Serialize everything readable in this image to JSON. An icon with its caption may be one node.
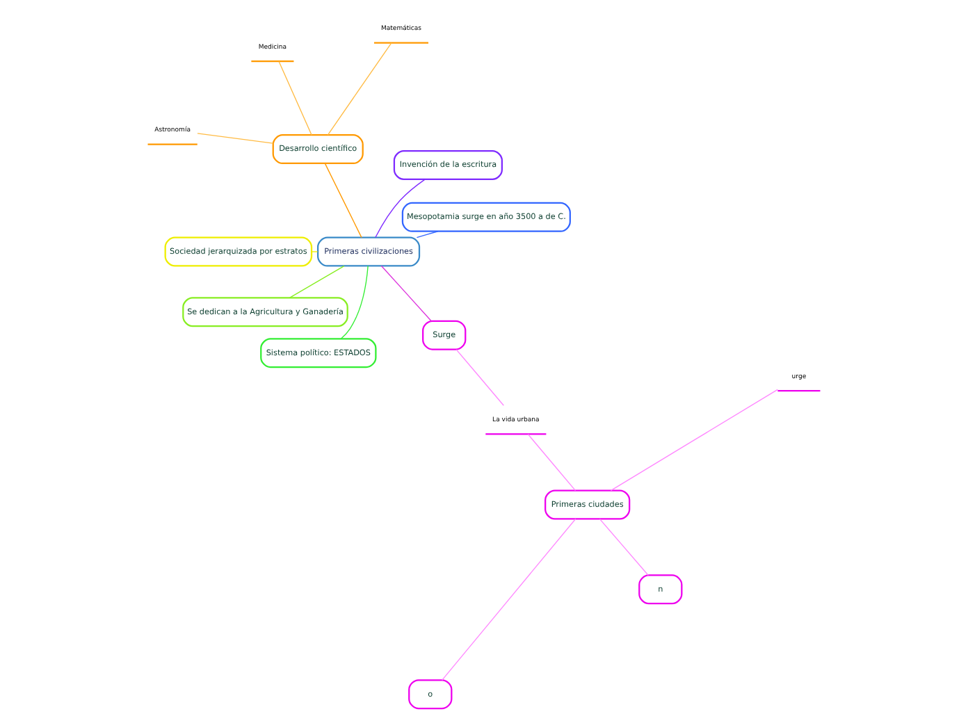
{
  "diagram": {
    "nodes": [
      {
        "text": [
          "Primeras civilizaciones"
        ]
      },
      {
        "text": [
          "Mesopotamia surge en año 3500 a de C."
        ]
      },
      {
        "text": [
          "Invención de la escritura"
        ]
      },
      {
        "text": [
          "Desarrollo científico"
        ]
      },
      {
        "text": [
          "Matemáticas"
        ]
      },
      {
        "text": [
          "Medicina"
        ]
      },
      {
        "text": [
          "Astronomía"
        ]
      },
      {
        "text": [
          "Sociedad jerarquizada por estratos"
        ]
      },
      {
        "text": [
          "Se dedican a la Agricultura y Ganadería"
        ]
      },
      {
        "text": [
          "Sistema político: ESTADOS"
        ]
      },
      {
        "text": [
          "Surge"
        ]
      },
      {
        "text": [
          "La vida urbana"
        ]
      },
      {
        "text": [
          "Primeras ciudades"
        ]
      },
      {
        "text": [
          "o"
        ]
      },
      {
        "text": [
          "n"
        ]
      },
      {
        "text": [
          "urge"
        ]
      }
    ],
    "edges": [
      {
        "from": 0,
        "to": 1,
        "arrow": "none",
        "color": "#3366ff"
      },
      {
        "from": 0,
        "to": 2,
        "arrow": "none",
        "color": "#7f2bff"
      },
      {
        "from": 0,
        "to": 3,
        "arrow": "none",
        "color": "#ff9900"
      },
      {
        "from": 3,
        "to": 4,
        "arrow": "none",
        "color": "#ffbb44"
      },
      {
        "from": 3,
        "to": 5,
        "arrow": "none",
        "color": "#ffbb44"
      },
      {
        "from": 3,
        "to": 6,
        "arrow": "none",
        "color": "#ffbb44"
      },
      {
        "from": 0,
        "to": 7,
        "arrow": "none",
        "color": "#eeee00"
      },
      {
        "from": 0,
        "to": 8,
        "arrow": "none",
        "color": "#88ee22"
      },
      {
        "from": 0,
        "to": 9,
        "arrow": "none",
        "color": "#33ee33"
      },
      {
        "from": 0,
        "to": 10,
        "arrow": "none",
        "color": "#dd33dd"
      },
      {
        "from": 10,
        "to": 11,
        "arrow": "none",
        "color": "#ff88ff"
      },
      {
        "from": 11,
        "to": 12,
        "arrow": "none",
        "color": "#ff88ff"
      },
      {
        "from": 12,
        "to": 13,
        "arrow": "none",
        "color": "#ff88ff"
      },
      {
        "from": 12,
        "to": 14,
        "arrow": "none",
        "color": "#ff88ff"
      },
      {
        "from": 12,
        "to": 15,
        "arrow": "none",
        "color": "#ff88ff"
      }
    ]
  }
}
